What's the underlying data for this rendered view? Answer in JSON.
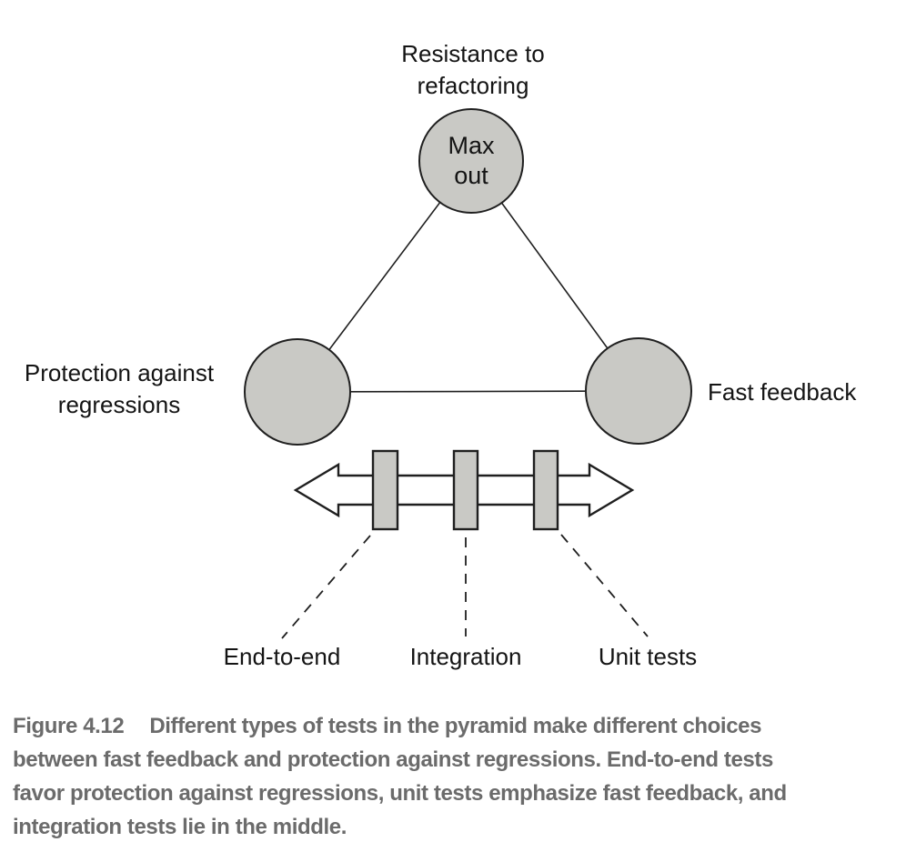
{
  "diagram": {
    "title_context": "test pyramid attribute triangle",
    "vertices": {
      "top": {
        "label": "Resistance to\nrefactoring",
        "value": "Max\nout"
      },
      "left": {
        "label": "Protection against\nregressions"
      },
      "right": {
        "label": "Fast feedback"
      }
    },
    "axis": {
      "type": "double-headed-arrow",
      "slider_labels": [
        {
          "name": "End-to-end"
        },
        {
          "name": "Integration"
        },
        {
          "name": "Unit tests"
        }
      ]
    }
  },
  "caption": {
    "label": "Figure 4.12",
    "text": "Different types of tests in the pyramid make different choices\nbetween fast feedback and protection against regressions. End-to-end tests\nfavor protection against regressions, unit tests emphasize fast feedback, and\nintegration tests lie in the middle."
  },
  "colors": {
    "node_fill": "#c9c9c5",
    "stroke": "#1f1f1f",
    "arrow_fill": "#ffffff",
    "caption_text": "#6b6b6b"
  }
}
